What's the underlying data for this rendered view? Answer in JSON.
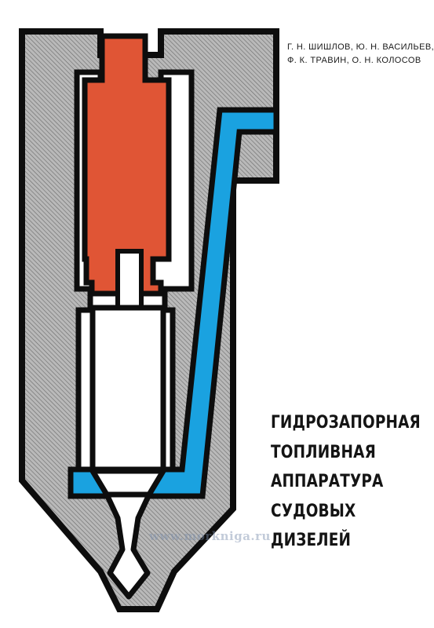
{
  "cover": {
    "authors": [
      "Г. Н. ШИШЛОВ,  Ю. Н. ВАСИЛЬЕВ,",
      "Ф. К. ТРАВИН,  О. Н. КОЛОСОВ"
    ],
    "title_lines": [
      "ГИДРОЗАПОРНАЯ",
      "ТОПЛИВНАЯ",
      "АППАРАТУРА",
      "СУДОВЫХ",
      "ДИЗЕЛЕЙ"
    ],
    "watermark": "www.morkniga.ru"
  },
  "colors": {
    "background": "#ffffff",
    "body_gray": "#b9b9b9",
    "hatch": "#555555",
    "red_chamber": "#e05535",
    "blue_channel": "#1aa2e0",
    "outline": "#0d0d0d"
  },
  "illustration": {
    "name": "injector-nozzle-cross-section"
  }
}
